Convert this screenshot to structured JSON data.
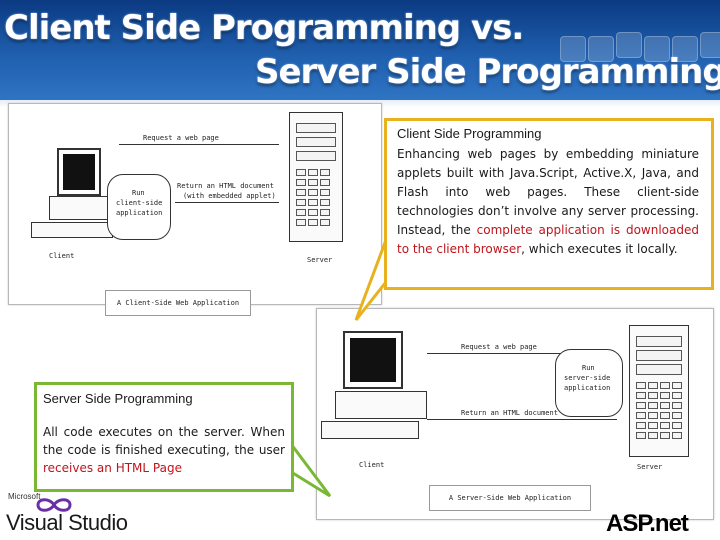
{
  "header": {
    "title_line1": "Client Side Programming vs.",
    "title_line2": "Server Side Programming"
  },
  "diagram_client": {
    "request_label": "Request a web page",
    "return_label": "Return an HTML document",
    "return_sub": "(with embedded applet)",
    "run_label": "Run",
    "run_sub1": "client-side",
    "run_sub2": "application",
    "client_label": "Client",
    "server_label": "Server",
    "caption": "A Client-Side Web Application"
  },
  "diagram_server": {
    "request_label": "Request a web page",
    "return_label": "Return an HTML document",
    "run_label": "Run",
    "run_sub1": "server-side",
    "run_sub2": "application",
    "client_label": "Client",
    "server_label": "Server",
    "caption": "A Server-Side Web Application"
  },
  "callout_client": {
    "title": "Client Side Programming",
    "body_start": "Enhancing web pages by embedding miniature applets built with Java.Script, Active.X, Java, and Flash into web pages. These client-side technologies don’t involve any server processing. Instead, the ",
    "body_red": "complete application is downloaded to the client browser",
    "body_end": ", which executes it locally."
  },
  "callout_server": {
    "title": "Server Side Programming",
    "body_start": "All code executes on the server. When the code is finished executing, the user ",
    "body_red": "receives an HTML Page"
  },
  "logos": {
    "vs_small": "Microsoft",
    "vs_text": "Visual Studio",
    "asp_text": "ASP.net",
    "vs_icon": "visual-studio-infinity-icon"
  },
  "colors": {
    "header_blue": "#1f5fae",
    "client_callout_border": "#e7b21d",
    "server_callout_border": "#7ab834",
    "emphasis_red": "#c0141b"
  }
}
